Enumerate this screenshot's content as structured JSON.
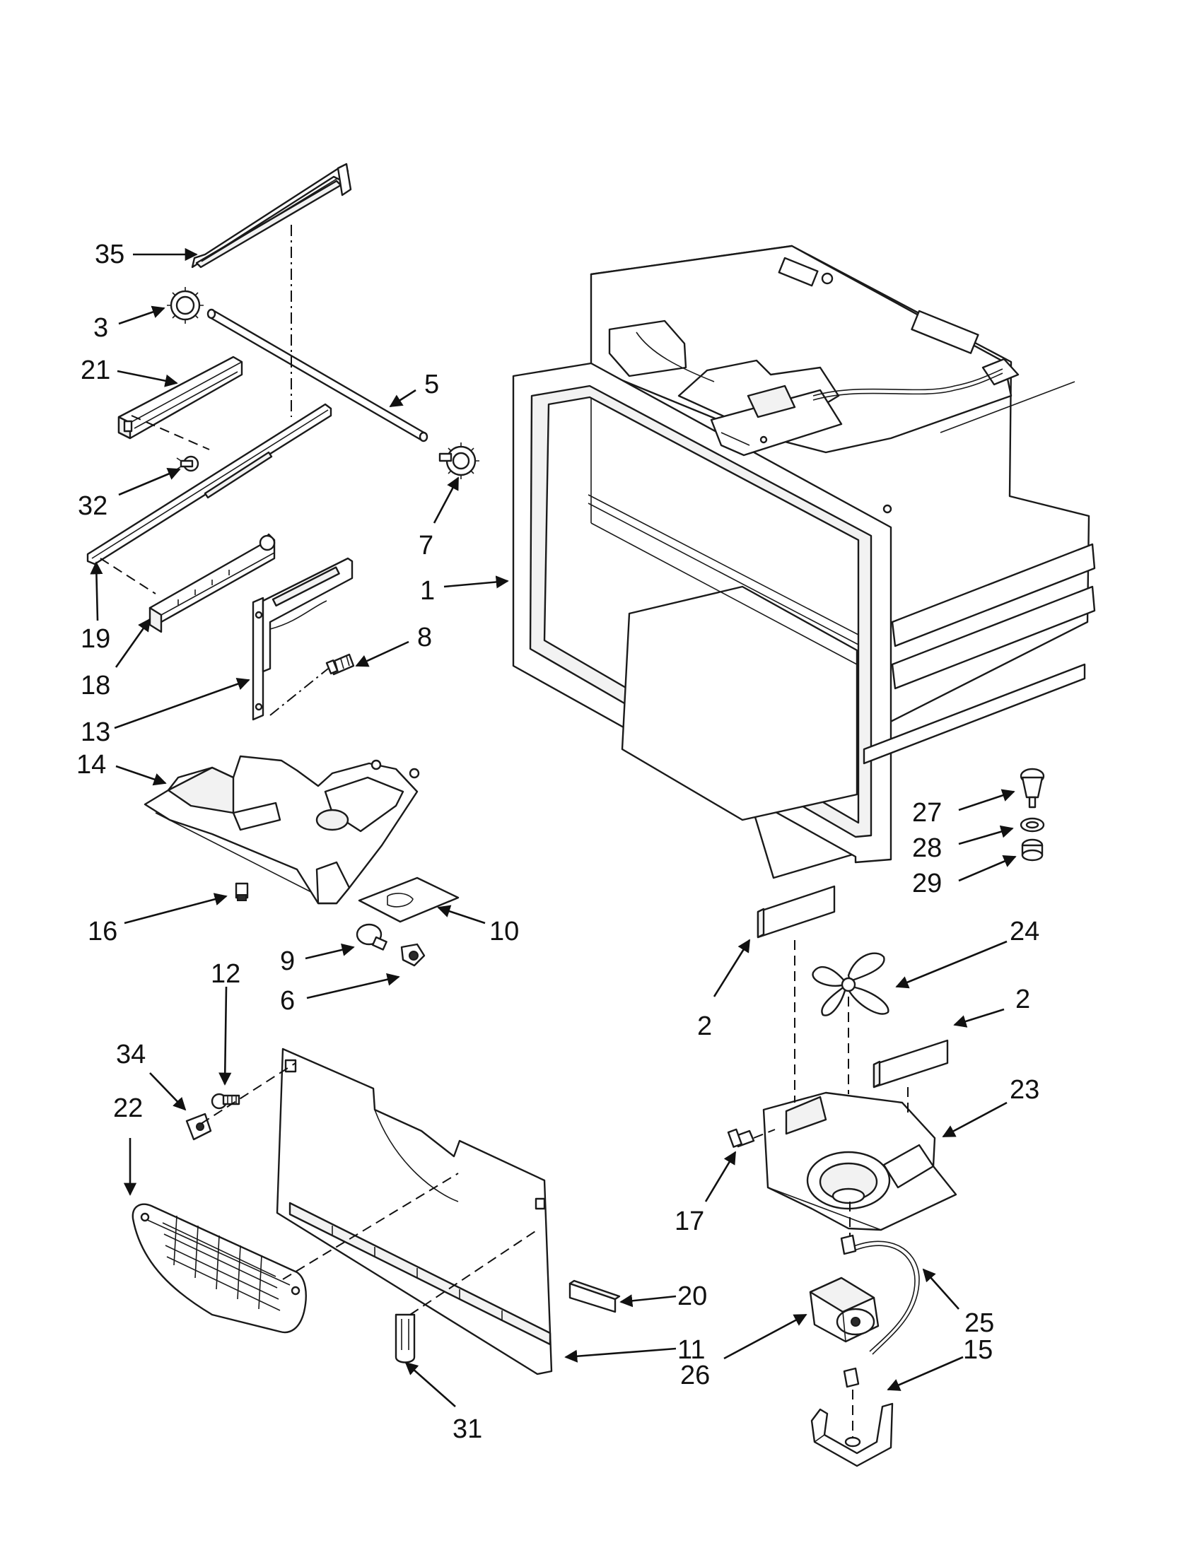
{
  "callouts": [
    {
      "id": "c35",
      "text": "35"
    },
    {
      "id": "c3",
      "text": "3"
    },
    {
      "id": "c21",
      "text": "21"
    },
    {
      "id": "c5",
      "text": "5"
    },
    {
      "id": "c32",
      "text": "32"
    },
    {
      "id": "c7",
      "text": "7"
    },
    {
      "id": "c19",
      "text": "19"
    },
    {
      "id": "c1",
      "text": "1"
    },
    {
      "id": "c18",
      "text": "18"
    },
    {
      "id": "c8",
      "text": "8"
    },
    {
      "id": "c13",
      "text": "13"
    },
    {
      "id": "c14",
      "text": "14"
    },
    {
      "id": "c27",
      "text": "27"
    },
    {
      "id": "c28",
      "text": "28"
    },
    {
      "id": "c29",
      "text": "29"
    },
    {
      "id": "c16",
      "text": "16"
    },
    {
      "id": "c10",
      "text": "10"
    },
    {
      "id": "c24",
      "text": "24"
    },
    {
      "id": "c9",
      "text": "9"
    },
    {
      "id": "c6",
      "text": "6"
    },
    {
      "id": "c12",
      "text": "12"
    },
    {
      "id": "c2a",
      "text": "2"
    },
    {
      "id": "c2b",
      "text": "2"
    },
    {
      "id": "c34",
      "text": "34"
    },
    {
      "id": "c22",
      "text": "22"
    },
    {
      "id": "c23",
      "text": "23"
    },
    {
      "id": "c17",
      "text": "17"
    },
    {
      "id": "c20",
      "text": "20"
    },
    {
      "id": "c25",
      "text": "25"
    },
    {
      "id": "c11",
      "text": "11"
    },
    {
      "id": "c26",
      "text": "26"
    },
    {
      "id": "c15",
      "text": "15"
    },
    {
      "id": "c31",
      "text": "31"
    }
  ]
}
